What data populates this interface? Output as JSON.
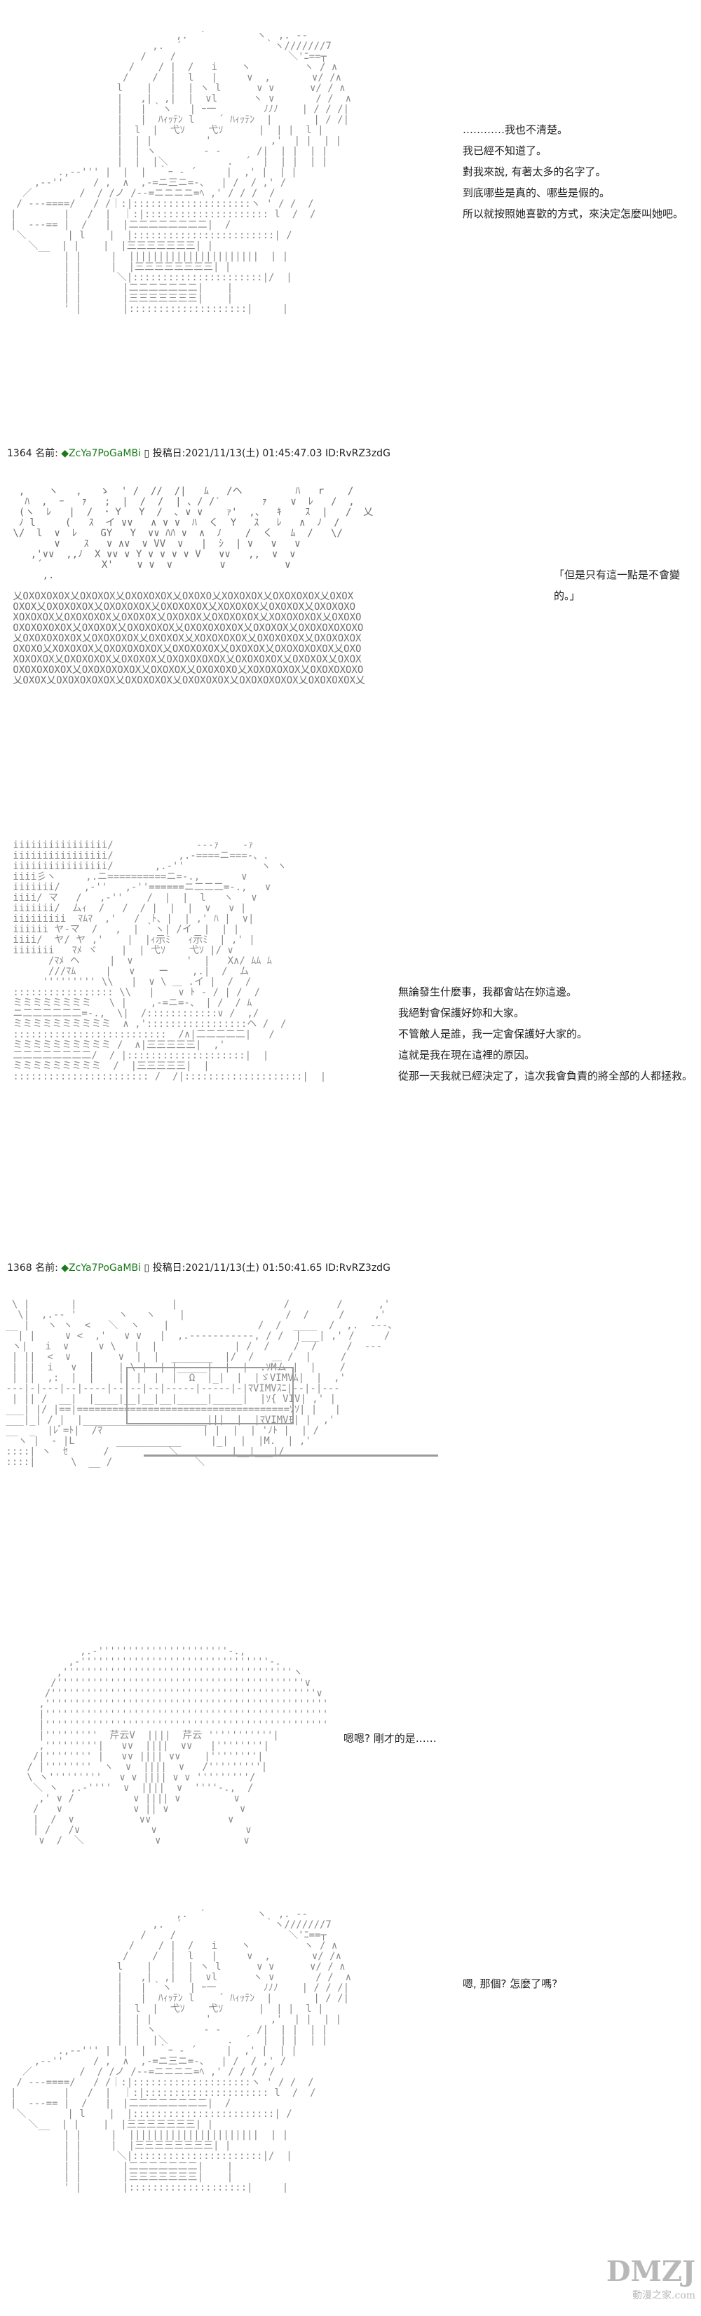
{
  "panels": [
    {
      "dialogue": [
        "…………我也不清楚。",
        "我已經不知道了。",
        "對我來說, 有著太多的名字了。",
        "到底哪些是真的、哪些是假的。",
        "所以就按照她喜歡的方式，來決定怎麼叫她吧。"
      ],
      "meta": {
        "number": "1364",
        "name_label": "名前:",
        "name": "◆ZcYa7PoGaMBi",
        "date": "投稿日:2021/11/13(土) 01:45:47.03",
        "id": "ID:RvRZ3zdG"
      }
    },
    {
      "dialogue": [
        "「但是只有這一點是不會變的。」"
      ]
    },
    {
      "dialogue": [
        "無論發生什麼事，我都會站在妳這邊。",
        "我絕對會保護好妳和大家。",
        "不管敵人是誰，我一定會保護好大家的。",
        "這就是我在現在這裡的原因。",
        "從那一天我就已經決定了，這次我會負責的將全部的人都拯救。"
      ],
      "meta": {
        "number": "1368",
        "name_label": "名前:",
        "name": "◆ZcYa7PoGaMBi",
        "date": "投稿日:2021/11/13(土) 01:50:41.65",
        "id": "ID:RvRZ3zdG"
      }
    },
    {
      "dialogue": []
    },
    {
      "dialogue": [
        "嗯嗯? 剛才的是……"
      ]
    },
    {
      "dialogue": [
        "嗯, 那個? 怎麼了嗎?"
      ]
    }
  ],
  "watermark": {
    "main": "DMZJ",
    "sub": "動漫之家.com"
  }
}
